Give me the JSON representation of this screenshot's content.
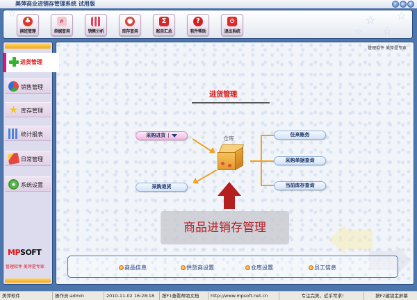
{
  "window": {
    "title": "美萍商业进销存管理系统 试用版",
    "controls": [
      {
        "name": "minimize",
        "icon": "minimize-icon",
        "glyph": "–"
      },
      {
        "name": "restore",
        "icon": "restore-icon",
        "glyph": "▫"
      },
      {
        "name": "close",
        "icon": "close-icon",
        "glyph": "×"
      }
    ]
  },
  "toolbar": {
    "buttons": [
      {
        "label": "换班管理",
        "icon": "shift-users-icon",
        "glyph": "♣",
        "color": "#d83a2b"
      },
      {
        "label": "单据查询",
        "icon": "magnifier-icon",
        "glyph": "⌕",
        "color": "#d0243a"
      },
      {
        "label": "销售分析",
        "icon": "bar-chart-icon",
        "glyph": "▮",
        "color": "#e0405a"
      },
      {
        "label": "库存查询",
        "icon": "stock-icon",
        "glyph": "●",
        "color": "#d8453a"
      },
      {
        "label": "账目汇总",
        "icon": "sigma-icon",
        "glyph": "Σ",
        "color": "#d82a2a"
      },
      {
        "label": "软件帮助",
        "icon": "help-icon",
        "glyph": "?",
        "color": "#d41e1e"
      },
      {
        "label": "退出系统",
        "icon": "power-icon",
        "glyph": "⏻",
        "color": "#e02a2a"
      }
    ]
  },
  "sidebar": {
    "active": {
      "label": "进货管理",
      "icon": "plus-icon"
    },
    "items": [
      {
        "label": "销售管理",
        "icon": "pie-chart-icon"
      },
      {
        "label": "库存管理",
        "icon": "star-icon"
      },
      {
        "label": "统计报表",
        "icon": "bar-chart-icon"
      },
      {
        "label": "日常管理",
        "icon": "brush-icon"
      },
      {
        "label": "系统设置",
        "icon": "gear-icon"
      }
    ],
    "logo_prefix": "MP",
    "logo_suffix": "SOFT",
    "slogan": "管理软件  美萍是专家"
  },
  "main": {
    "slogan": "管理软件  美萍是专家",
    "section_title": "进货管理",
    "warehouse_label": "仓库",
    "flow": {
      "purchase_in": {
        "label": "采购进货",
        "separator": "|"
      },
      "purchase_return": {
        "label": "采购退货"
      },
      "right_items": [
        {
          "label": "往来账务"
        },
        {
          "label": "采购单据查询"
        },
        {
          "label": "当前库存查询"
        }
      ]
    },
    "banner": "商品进销存管理",
    "quick_links": [
      {
        "label": "商品信息"
      },
      {
        "label": "供货商设置"
      },
      {
        "label": "仓库设置"
      },
      {
        "label": "员工信息"
      }
    ]
  },
  "statusbar": {
    "cells": [
      {
        "text": "美萍软件"
      },
      {
        "text": "操作员:admin"
      },
      {
        "text": "2010-11-02 16:28:18"
      },
      {
        "text": "按F1查看帮助文档"
      },
      {
        "text": "http://www.mpsoft.net.cn"
      },
      {
        "text": "专注完美，近乎苛求!"
      },
      {
        "text": "按F2键锁定屏幕"
      }
    ]
  },
  "colors": {
    "frame_blue": "#4d76ad",
    "accent_red": "#e01a1a",
    "flow_orange": "#f0a21b",
    "banner_text": "#b42028"
  }
}
